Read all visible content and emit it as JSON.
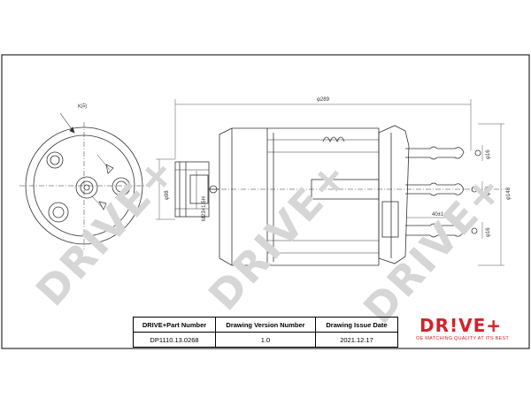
{
  "watermark": "DRIVE+",
  "view_label": "K向",
  "dimensions": {
    "overall_length": "φ289",
    "body_height": "φ98",
    "right_height": "φ148",
    "top_outlet": "φ16",
    "middle_outlet": "φ16",
    "bottom_outlet": "φ16",
    "small_offset": "40±1",
    "left_thread": "M23×1.5H"
  },
  "title_block": {
    "headers": [
      "DRIVE+Part Number",
      "Drawing Version Number",
      "Drawing Issue Date"
    ],
    "values": [
      "DP1110.13.0268",
      "1.0",
      "2021.12.17"
    ]
  },
  "logo": {
    "text": "DR!VE+",
    "tagline": "OE MATCHING QUALITY AT ITS BEST",
    "color": "#d3222a"
  }
}
